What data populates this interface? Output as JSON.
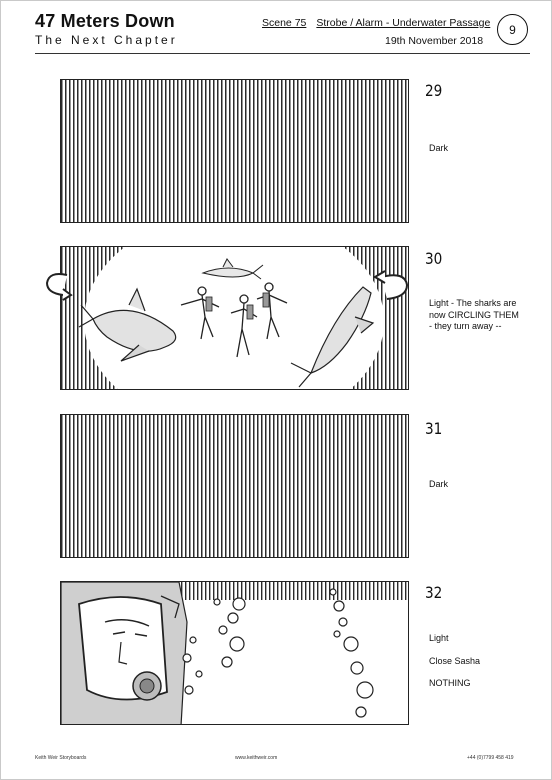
{
  "header": {
    "title": "47 Meters Down",
    "subtitle": "The Next Chapter",
    "scene": "Scene 75",
    "scene_desc": "Strobe / Alarm - Underwater Passage",
    "date": "19th November 2018",
    "page_number": "9"
  },
  "shots": [
    {
      "number": "29",
      "notes": [
        "Dark"
      ]
    },
    {
      "number": "30",
      "notes": [
        "Light - The sharks are now CIRCLING THEM - they turn away --"
      ]
    },
    {
      "number": "31",
      "notes": [
        "Dark"
      ]
    },
    {
      "number": "32",
      "notes": [
        "Light",
        "Close Sasha",
        "NOTHING"
      ]
    }
  ],
  "footer": {
    "left": "Keith Weir Storyboards",
    "center": "www.keithweir.com",
    "right": "+44 (0)7799 458 419"
  }
}
